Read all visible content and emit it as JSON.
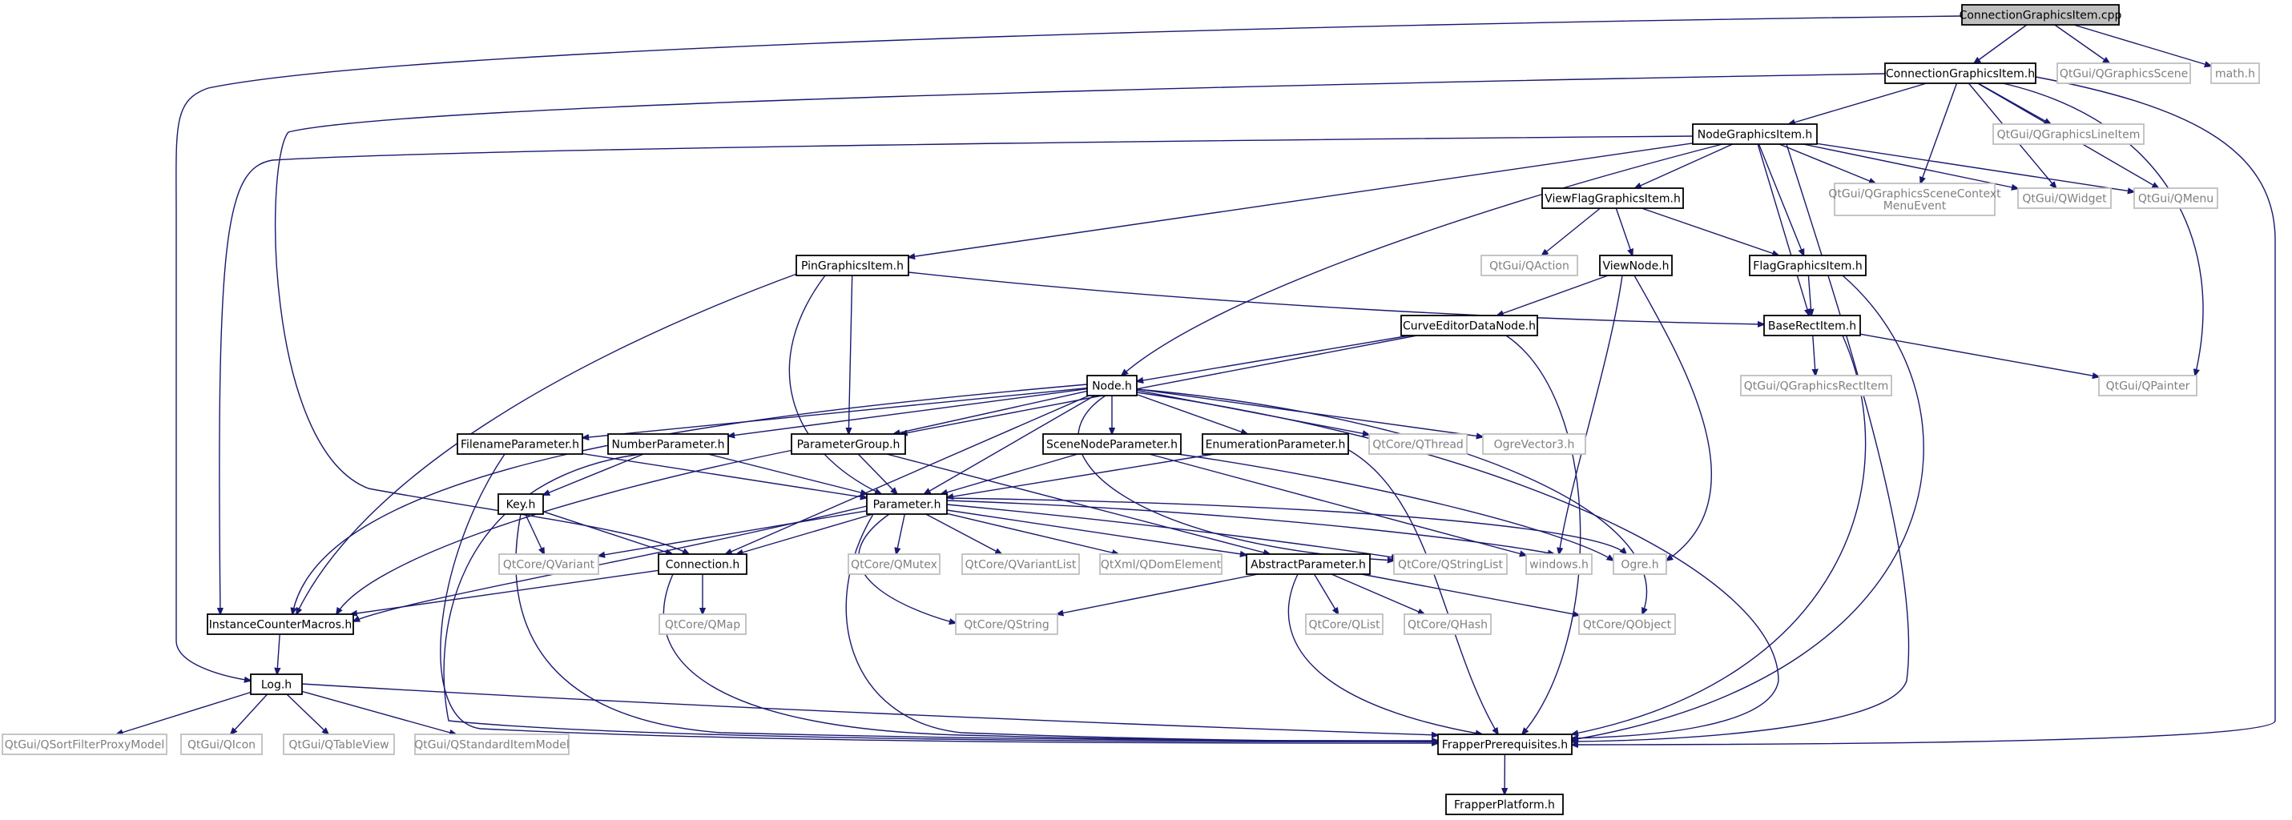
{
  "diagram": {
    "colors": {
      "edge": "#191970",
      "local_border": "#000000",
      "external_border": "#bfbfbf",
      "external_text": "#7f7f7f",
      "root_fill": "#bfbfbf"
    },
    "nodes": [
      {
        "id": "root",
        "label": "ConnectionGraphicsItem.cpp",
        "kind": "root"
      },
      {
        "id": "cgi_h",
        "label": "ConnectionGraphicsItem.h",
        "kind": "local"
      },
      {
        "id": "qgscene",
        "label": "QtGui/QGraphicsScene",
        "kind": "external"
      },
      {
        "id": "math",
        "label": "math.h",
        "kind": "external"
      },
      {
        "id": "ngi_h",
        "label": "NodeGraphicsItem.h",
        "kind": "local"
      },
      {
        "id": "qglineitem",
        "label": "QtGui/QGraphicsLineItem",
        "kind": "external"
      },
      {
        "id": "qgscme",
        "label": "QtGui/QGraphicsSceneContext\nMenuEvent",
        "kind": "external"
      },
      {
        "id": "qwidget",
        "label": "QtGui/QWidget",
        "kind": "external"
      },
      {
        "id": "qmenu",
        "label": "QtGui/QMenu",
        "kind": "external"
      },
      {
        "id": "vfgi_h",
        "label": "ViewFlagGraphicsItem.h",
        "kind": "local"
      },
      {
        "id": "qaction",
        "label": "QtGui/QAction",
        "kind": "external"
      },
      {
        "id": "viewnode",
        "label": "ViewNode.h",
        "kind": "local"
      },
      {
        "id": "fgi_h",
        "label": "FlagGraphicsItem.h",
        "kind": "local"
      },
      {
        "id": "pgi_h",
        "label": "PinGraphicsItem.h",
        "kind": "local"
      },
      {
        "id": "cedn_h",
        "label": "CurveEditorDataNode.h",
        "kind": "local"
      },
      {
        "id": "bri_h",
        "label": "BaseRectItem.h",
        "kind": "local"
      },
      {
        "id": "qgrectitem",
        "label": "QtGui/QGraphicsRectItem",
        "kind": "external"
      },
      {
        "id": "qpainter",
        "label": "QtGui/QPainter",
        "kind": "external"
      },
      {
        "id": "node_h",
        "label": "Node.h",
        "kind": "local"
      },
      {
        "id": "fp_h",
        "label": "FilenameParameter.h",
        "kind": "local"
      },
      {
        "id": "np_h",
        "label": "NumberParameter.h",
        "kind": "local"
      },
      {
        "id": "pg_h",
        "label": "ParameterGroup.h",
        "kind": "local"
      },
      {
        "id": "snp_h",
        "label": "SceneNodeParameter.h",
        "kind": "local"
      },
      {
        "id": "ep_h",
        "label": "EnumerationParameter.h",
        "kind": "local"
      },
      {
        "id": "qthread",
        "label": "QtCore/QThread",
        "kind": "external"
      },
      {
        "id": "ogrevec",
        "label": "OgreVector3.h",
        "kind": "external"
      },
      {
        "id": "key_h",
        "label": "Key.h",
        "kind": "local"
      },
      {
        "id": "param_h",
        "label": "Parameter.h",
        "kind": "local"
      },
      {
        "id": "qvariant",
        "label": "QtCore/QVariant",
        "kind": "external"
      },
      {
        "id": "conn_h",
        "label": "Connection.h",
        "kind": "local"
      },
      {
        "id": "qmutex",
        "label": "QtCore/QMutex",
        "kind": "external"
      },
      {
        "id": "qvarlist",
        "label": "QtCore/QVariantList",
        "kind": "external"
      },
      {
        "id": "qdom",
        "label": "QtXml/QDomElement",
        "kind": "external"
      },
      {
        "id": "ap_h",
        "label": "AbstractParameter.h",
        "kind": "local"
      },
      {
        "id": "qstrlist",
        "label": "QtCore/QStringList",
        "kind": "external"
      },
      {
        "id": "windows",
        "label": "windows.h",
        "kind": "external"
      },
      {
        "id": "ogre",
        "label": "Ogre.h",
        "kind": "external"
      },
      {
        "id": "icm_h",
        "label": "InstanceCounterMacros.h",
        "kind": "local"
      },
      {
        "id": "qmap",
        "label": "QtCore/QMap",
        "kind": "external"
      },
      {
        "id": "qstring",
        "label": "QtCore/QString",
        "kind": "external"
      },
      {
        "id": "qlist",
        "label": "QtCore/QList",
        "kind": "external"
      },
      {
        "id": "qhash",
        "label": "QtCore/QHash",
        "kind": "external"
      },
      {
        "id": "qobject",
        "label": "QtCore/QObject",
        "kind": "external"
      },
      {
        "id": "log_h",
        "label": "Log.h",
        "kind": "local"
      },
      {
        "id": "qsfpm",
        "label": "QtGui/QSortFilterProxyModel",
        "kind": "external"
      },
      {
        "id": "qicon",
        "label": "QtGui/QIcon",
        "kind": "external"
      },
      {
        "id": "qtableview",
        "label": "QtGui/QTableView",
        "kind": "external"
      },
      {
        "id": "qsim",
        "label": "QtGui/QStandardItemModel",
        "kind": "external"
      },
      {
        "id": "fprereq",
        "label": "FrapperPrerequisites.h",
        "kind": "local"
      },
      {
        "id": "fplatform",
        "label": "FrapperPlatform.h",
        "kind": "local"
      }
    ],
    "edges": [
      [
        "root",
        "cgi_h"
      ],
      [
        "root",
        "qgscene"
      ],
      [
        "root",
        "math"
      ],
      [
        "root",
        "log_h"
      ],
      [
        "cgi_h",
        "ngi_h"
      ],
      [
        "cgi_h",
        "qglineitem"
      ],
      [
        "cgi_h",
        "qgscme"
      ],
      [
        "cgi_h",
        "qwidget"
      ],
      [
        "cgi_h",
        "qmenu"
      ],
      [
        "cgi_h",
        "qpainter"
      ],
      [
        "cgi_h",
        "conn_h"
      ],
      [
        "cgi_h",
        "fprereq"
      ],
      [
        "ngi_h",
        "vfgi_h"
      ],
      [
        "ngi_h",
        "fgi_h"
      ],
      [
        "ngi_h",
        "bri_h"
      ],
      [
        "ngi_h",
        "pgi_h"
      ],
      [
        "ngi_h",
        "node_h"
      ],
      [
        "ngi_h",
        "qgscme"
      ],
      [
        "ngi_h",
        "qwidget"
      ],
      [
        "ngi_h",
        "qmenu"
      ],
      [
        "ngi_h",
        "icm_h"
      ],
      [
        "ngi_h",
        "fprereq"
      ],
      [
        "vfgi_h",
        "qaction"
      ],
      [
        "vfgi_h",
        "viewnode"
      ],
      [
        "vfgi_h",
        "fgi_h"
      ],
      [
        "viewnode",
        "cedn_h"
      ],
      [
        "viewnode",
        "windows"
      ],
      [
        "viewnode",
        "ogre"
      ],
      [
        "fgi_h",
        "bri_h"
      ],
      [
        "fgi_h",
        "fprereq"
      ],
      [
        "pgi_h",
        "bri_h"
      ],
      [
        "pgi_h",
        "pg_h"
      ],
      [
        "pgi_h",
        "param_h"
      ],
      [
        "pgi_h",
        "icm_h"
      ],
      [
        "cedn_h",
        "node_h"
      ],
      [
        "cedn_h",
        "pg_h"
      ],
      [
        "cedn_h",
        "fprereq"
      ],
      [
        "bri_h",
        "qgrectitem"
      ],
      [
        "bri_h",
        "qpainter"
      ],
      [
        "bri_h",
        "fprereq"
      ],
      [
        "node_h",
        "fp_h"
      ],
      [
        "node_h",
        "np_h"
      ],
      [
        "node_h",
        "pg_h"
      ],
      [
        "node_h",
        "snp_h"
      ],
      [
        "node_h",
        "ep_h"
      ],
      [
        "node_h",
        "qthread"
      ],
      [
        "node_h",
        "ogrevec"
      ],
      [
        "node_h",
        "param_h"
      ],
      [
        "node_h",
        "conn_h"
      ],
      [
        "node_h",
        "icm_h"
      ],
      [
        "node_h",
        "qobject"
      ],
      [
        "node_h",
        "qstrlist"
      ],
      [
        "node_h",
        "fprereq"
      ],
      [
        "fp_h",
        "param_h"
      ],
      [
        "fp_h",
        "fprereq"
      ],
      [
        "np_h",
        "key_h"
      ],
      [
        "np_h",
        "param_h"
      ],
      [
        "np_h",
        "fprereq"
      ],
      [
        "pg_h",
        "param_h"
      ],
      [
        "pg_h",
        "ap_h"
      ],
      [
        "pg_h",
        "icm_h"
      ],
      [
        "snp_h",
        "param_h"
      ],
      [
        "snp_h",
        "ogre"
      ],
      [
        "snp_h",
        "windows"
      ],
      [
        "ep_h",
        "param_h"
      ],
      [
        "ep_h",
        "fprereq"
      ],
      [
        "key_h",
        "qvariant"
      ],
      [
        "key_h",
        "conn_h"
      ],
      [
        "key_h",
        "fprereq"
      ],
      [
        "param_h",
        "qvariant"
      ],
      [
        "param_h",
        "conn_h"
      ],
      [
        "param_h",
        "qmutex"
      ],
      [
        "param_h",
        "qvarlist"
      ],
      [
        "param_h",
        "qdom"
      ],
      [
        "param_h",
        "ap_h"
      ],
      [
        "param_h",
        "qstrlist"
      ],
      [
        "param_h",
        "windows"
      ],
      [
        "param_h",
        "ogre"
      ],
      [
        "param_h",
        "icm_h"
      ],
      [
        "param_h",
        "qstring"
      ],
      [
        "param_h",
        "fprereq"
      ],
      [
        "conn_h",
        "icm_h"
      ],
      [
        "conn_h",
        "qmap"
      ],
      [
        "conn_h",
        "fprereq"
      ],
      [
        "ap_h",
        "qstring"
      ],
      [
        "ap_h",
        "qlist"
      ],
      [
        "ap_h",
        "qhash"
      ],
      [
        "ap_h",
        "qobject"
      ],
      [
        "ap_h",
        "fprereq"
      ],
      [
        "icm_h",
        "log_h"
      ],
      [
        "log_h",
        "qsfpm"
      ],
      [
        "log_h",
        "qicon"
      ],
      [
        "log_h",
        "qtableview"
      ],
      [
        "log_h",
        "qsim"
      ],
      [
        "log_h",
        "fprereq"
      ],
      [
        "fprereq",
        "fplatform"
      ]
    ]
  }
}
